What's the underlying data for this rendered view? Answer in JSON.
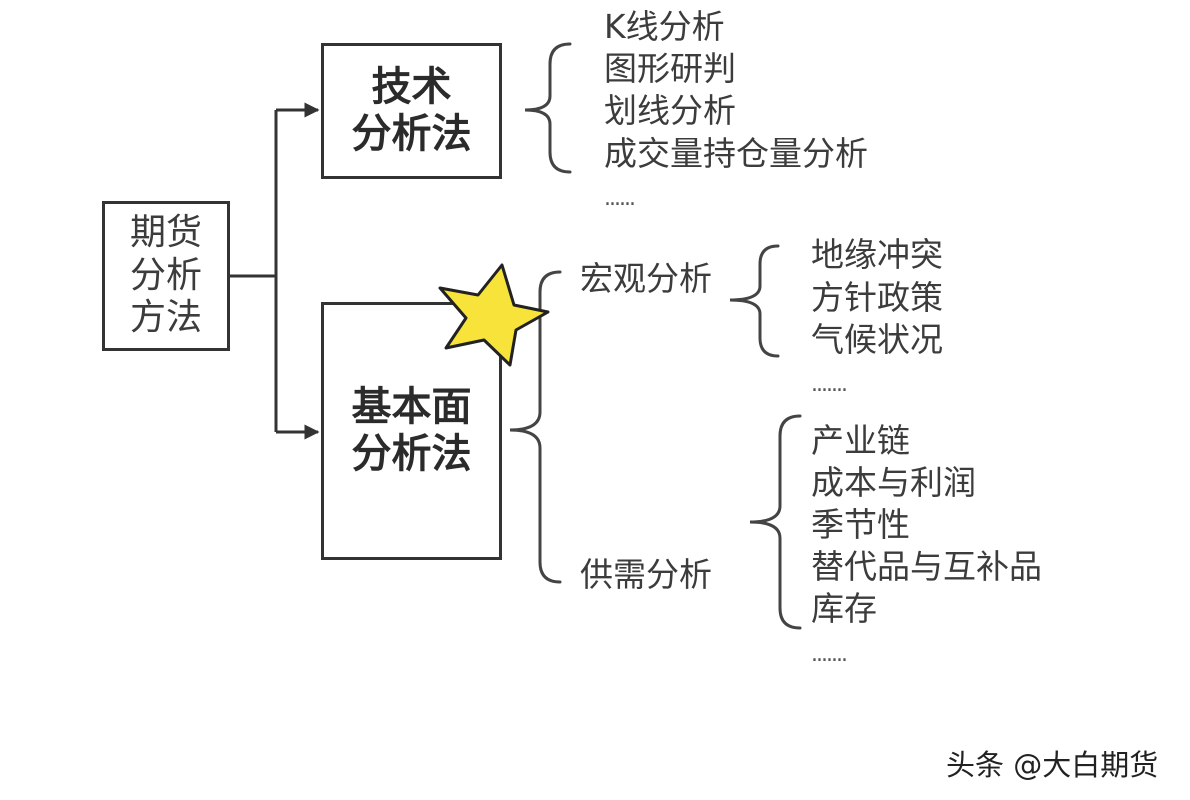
{
  "root": {
    "lines": [
      "期货",
      "分析",
      "方法"
    ]
  },
  "technical": {
    "title_lines": [
      "技术",
      "分析法"
    ],
    "items": [
      "K线分析",
      "图形研判",
      "划线分析",
      "成交量持仓量分析"
    ],
    "more": "......"
  },
  "fundamental": {
    "title_lines": [
      "基本面",
      "分析法"
    ],
    "macro": {
      "label": "宏观分析",
      "items": [
        "地缘冲突",
        "方针政策",
        "气候状况"
      ],
      "more": "......."
    },
    "supply_demand": {
      "label": "供需分析",
      "items": [
        "产业链",
        "成本与利润",
        "季节性",
        "替代品与互补品",
        "库存"
      ],
      "more": "......."
    }
  },
  "highlight": {
    "icon": "star-icon",
    "color": "#f7e33a"
  },
  "watermark": "头条 @大白期货"
}
